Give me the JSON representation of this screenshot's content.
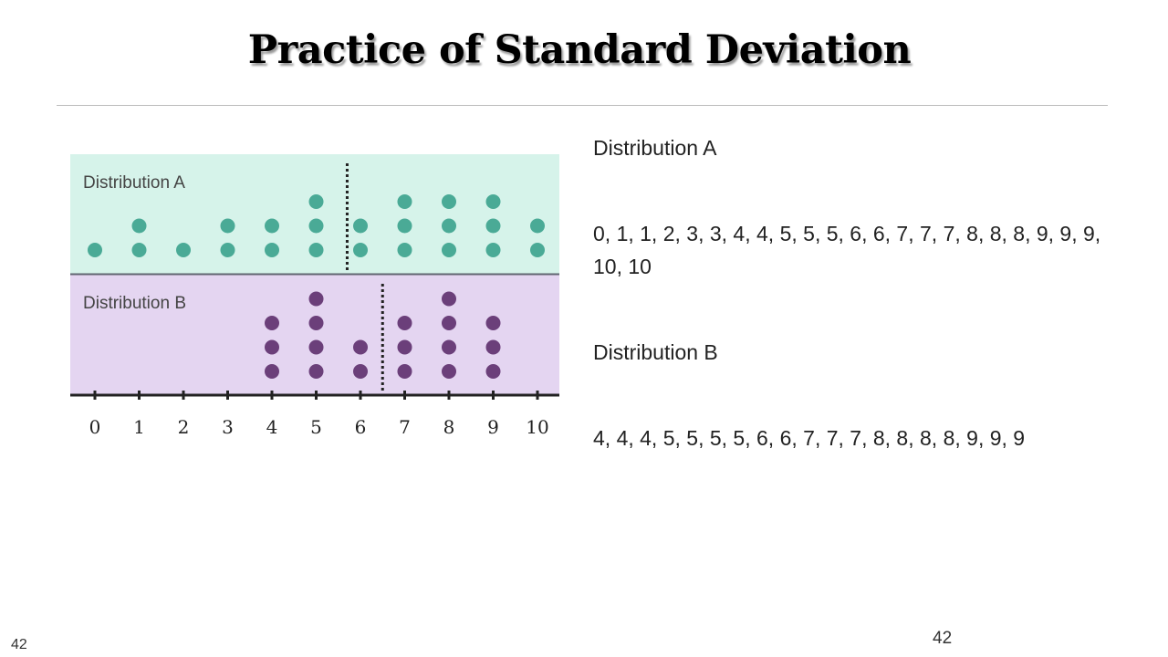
{
  "slide": {
    "title": "Practice of Standard Deviation",
    "number_left": "42",
    "number_right": "42"
  },
  "text_panel": {
    "dist_a_heading": "Distribution A",
    "dist_a_values": "0, 1, 1, 2, 3, 3, 4, 4, 5, 5, 5, 6, 6, 7, 7, 7, 8, 8, 8, 9, 9, 9, 10, 10",
    "dist_b_heading": "Distribution B",
    "dist_b_values": "4, 4, 4, 5, 5, 5, 5, 6, 6, 7, 7, 7, 8, 8, 8, 8, 9, 9, 9"
  },
  "chart_data": {
    "type": "scatter",
    "subtype": "dot_plot",
    "ticks": [
      0,
      1,
      2,
      3,
      4,
      5,
      6,
      7,
      8,
      9,
      10
    ],
    "xlim": [
      0,
      10
    ],
    "series": [
      {
        "name": "Distribution A",
        "color": "#4aaa96",
        "background": "#d6f3ea",
        "counts": [
          1,
          2,
          1,
          2,
          2,
          3,
          2,
          3,
          3,
          3,
          2
        ],
        "mean_line_x": 5.7
      },
      {
        "name": "Distribution B",
        "color": "#6b3f7a",
        "background": "#e4d5f1",
        "counts": [
          0,
          0,
          0,
          0,
          3,
          4,
          2,
          3,
          4,
          3,
          0
        ],
        "mean_line_x": 6.5
      }
    ],
    "colors": {
      "axis": "#222222",
      "divider": "#5f6470"
    }
  }
}
